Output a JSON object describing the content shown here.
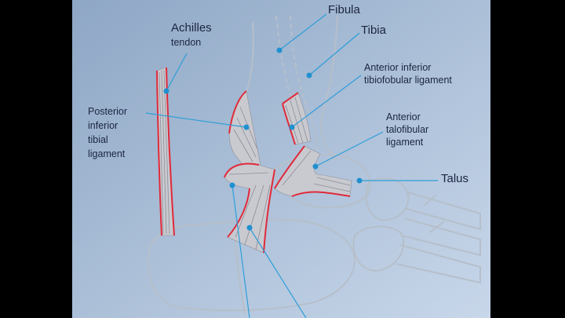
{
  "colors": {
    "background_top": "#8fa8c6",
    "background_bottom": "#c4d4e8",
    "bar": "#000000",
    "bone_outline": "#b9c2cc",
    "ligament_fill": "#c9c9d0",
    "ligament_fiber": "#8e8e98",
    "ligament_edge": "#e02a3a",
    "pointer_line": "#2d9ed8",
    "pointer_dot": "#1f90d0",
    "label_text": "#1b2540"
  },
  "labels": {
    "fibula": "Fibula",
    "tibia": "Tibia",
    "achilles_title": "Achilles",
    "achilles_sub": "tendon",
    "aitfl_line1": "Anterior inferior",
    "aitfl_line2": "tibiofobular ligament",
    "pitl_line1": "Posterior",
    "pitl_line2": "inferior",
    "pitl_line3": "tibial",
    "pitl_line4": "ligament",
    "atfl_line1": "Anterior",
    "atfl_line2": "talofibular",
    "atfl_line3": "ligament",
    "talus": "Talus"
  }
}
